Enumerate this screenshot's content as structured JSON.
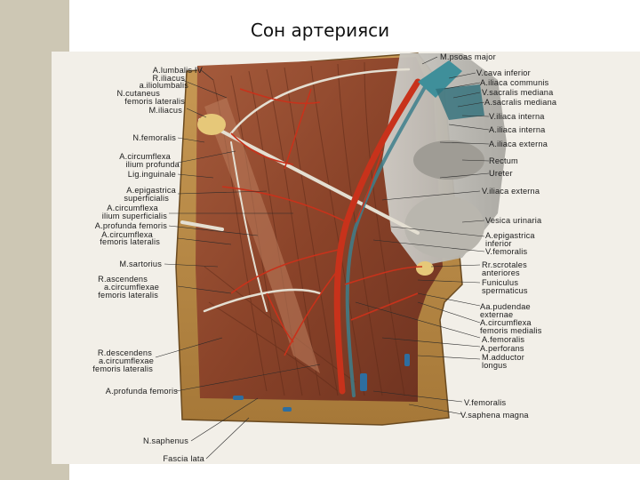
{
  "slide": {
    "title": "Сон артерияси"
  },
  "figure": {
    "colors": {
      "muscle": "#8e4a30",
      "artery": "#c9341c",
      "vein": "#3f8f9a",
      "nerve": "#d8d2c2",
      "fat": "#d9b56a"
    },
    "labels_left": [
      "A.lumbalis IV",
      "R.iliacus",
      "a.iliolumbalis",
      "N.cutaneus",
      "femoris lateralis",
      "M.iliacus",
      "N.femoralis",
      "A.circumflexa",
      "ilium profunda",
      "Lig.inguinale",
      "A.epigastrica",
      "superficialis",
      "A.circumflexa",
      "ilium superficialis",
      "A.profunda femoris",
      "A.circumflexa",
      "femoris lateralis",
      "M.sartorius",
      "R.ascendens",
      "a.circumflexae",
      "femoris lateralis",
      "R.descendens",
      "a.circumflexae",
      "femoris lateralis",
      "A.profunda femoris",
      "N.saphenus",
      "Fascia lata"
    ],
    "labels_right": [
      "M.psoas major",
      "V.cava inferior",
      "A.iliaca communis",
      "V.sacralis mediana",
      "A.sacralis mediana",
      "V.iliaca interna",
      "A.iliaca interna",
      "A.iliaca externa",
      "Rectum",
      "Ureter",
      "V.iliaca externa",
      "Vesica urinaria",
      "A.epigastrica",
      "inferior",
      "V.femoralis",
      "Rr.scrotales",
      "anteriores",
      "Funiculus",
      "spermaticus",
      "Aa.pudendae",
      "externae",
      "A.circumflexa",
      "femoris medialis",
      "A.femoralis",
      "A.perforans",
      "M.adductor",
      "longus",
      "V.femoralis",
      "V.saphena magna"
    ]
  }
}
